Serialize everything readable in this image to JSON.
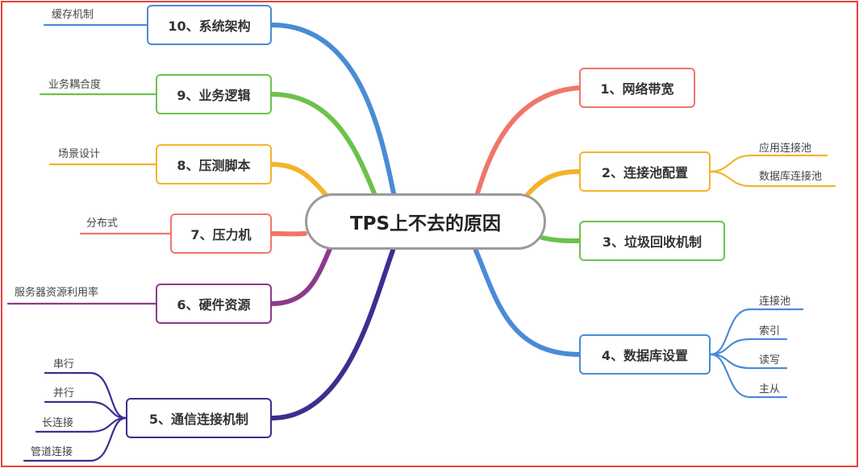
{
  "colors": {
    "frame": "#e8413a",
    "red": "#f0766a",
    "yellow": "#f4b32b",
    "green": "#6cc24a",
    "blue": "#4a8bd6",
    "navy": "#3b2f8f",
    "purple": "#8c3a8c",
    "center_border": "#9a9a9a"
  },
  "central": {
    "label": "TPS上不去的原因"
  },
  "branches": [
    {
      "id": "b1",
      "label": "1、网络带宽",
      "color": "red",
      "leaves": []
    },
    {
      "id": "b2",
      "label": "2、连接池配置",
      "color": "yellow",
      "leaves": [
        "应用连接池",
        "数据库连接池"
      ]
    },
    {
      "id": "b3",
      "label": "3、垃圾回收机制",
      "color": "green",
      "leaves": []
    },
    {
      "id": "b4",
      "label": "4、数据库设置",
      "color": "blue",
      "leaves": [
        "连接池",
        "索引",
        "读写",
        "主从"
      ]
    },
    {
      "id": "b5",
      "label": "5、通信连接机制",
      "color": "navy",
      "leaves": [
        "串行",
        "并行",
        "长连接",
        "管道连接"
      ]
    },
    {
      "id": "b6",
      "label": "6、硬件资源",
      "color": "purple",
      "leaves": [
        "服务器资源利用率"
      ]
    },
    {
      "id": "b7",
      "label": "7、压力机",
      "color": "red",
      "leaves": [
        "分布式"
      ]
    },
    {
      "id": "b8",
      "label": "8、压测脚本",
      "color": "yellow",
      "leaves": [
        "场景设计"
      ]
    },
    {
      "id": "b9",
      "label": "9、业务逻辑",
      "color": "green",
      "leaves": [
        "业务耦合度"
      ]
    },
    {
      "id": "b10",
      "label": "10、系统架构",
      "color": "blue",
      "leaves": [
        "缓存机制"
      ]
    }
  ]
}
